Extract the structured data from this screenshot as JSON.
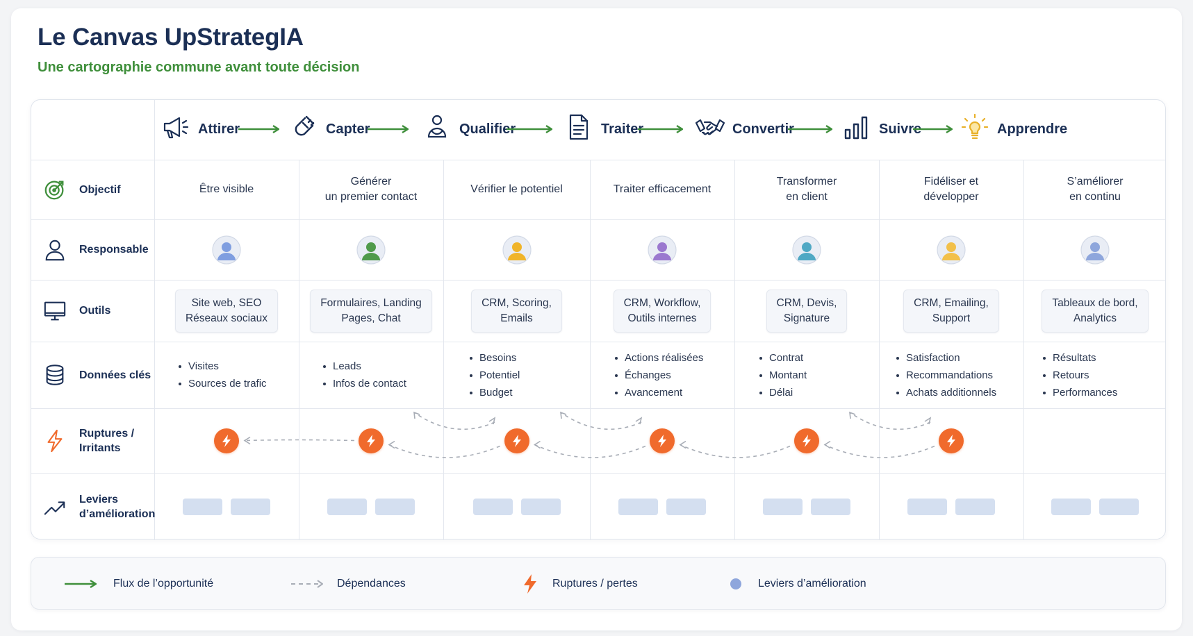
{
  "title": "Le Canvas UpStrategIA",
  "subtitle": "Une cartographie commune avant toute décision",
  "colors": {
    "title": "#1b2f55",
    "subtitle": "#3f8f3b",
    "flow": "#3f8f3b",
    "bolt": "#f06a2c",
    "lever": "#d4dff0",
    "dependency": "#a8adb6"
  },
  "stages": [
    {
      "label": "Attirer",
      "icon": "megaphone-icon"
    },
    {
      "label": "Capter",
      "icon": "magnet-icon"
    },
    {
      "label": "Qualifier",
      "icon": "users-icon"
    },
    {
      "label": "Traiter",
      "icon": "document-icon"
    },
    {
      "label": "Convertir",
      "icon": "handshake-icon"
    },
    {
      "label": "Suivre",
      "icon": "bar-chart-icon"
    },
    {
      "label": "Apprendre",
      "icon": "lightbulb-icon"
    }
  ],
  "rows": {
    "objectif": {
      "label": "Objectif",
      "icon": "target-icon"
    },
    "responsable": {
      "label": "Responsable",
      "icon": "person-icon"
    },
    "outils": {
      "label": "Outils",
      "icon": "monitor-icon"
    },
    "donnees": {
      "label": "Données clés",
      "icon": "database-icon"
    },
    "ruptures": {
      "label": "Ruptures / Irritants",
      "icon": "lightning-icon"
    },
    "leviers": {
      "label": "Leviers d’amélioration",
      "icon": "trend-up-icon"
    }
  },
  "objectifs": [
    "Être visible",
    "Générer\nun premier contact",
    "Vérifier le potentiel",
    "Traiter efficacement",
    "Transformer\nen client",
    "Fidéliser et\ndévelopper",
    "S’améliorer\nen continu"
  ],
  "avatar_colors": [
    "#7f9ee0",
    "#4f9a4a",
    "#f0b429",
    "#9b78cf",
    "#4fa8c4",
    "#f2c04a",
    "#8ea6dc"
  ],
  "outils": [
    "Site web, SEO\nRéseaux sociaux",
    "Formulaires, Landing\nPages, Chat",
    "CRM, Scoring,\nEmails",
    "CRM, Workflow,\nOutils internes",
    "CRM, Devis,\nSignature",
    "CRM, Emailing,\nSupport",
    "Tableaux de bord,\nAnalytics"
  ],
  "donnees": [
    [
      "Visites",
      "Sources de trafic"
    ],
    [
      "Leads",
      "Infos de contact"
    ],
    [
      "Besoins",
      "Potentiel",
      "Budget"
    ],
    [
      "Actions réalisées",
      "Échanges",
      "Avancement"
    ],
    [
      "Contrat",
      "Montant",
      "Délai"
    ],
    [
      "Satisfaction",
      "Recommandations",
      "Achats additionnels"
    ],
    [
      "Résultats",
      "Retours",
      "Performances"
    ]
  ],
  "ruptures_present": [
    true,
    true,
    true,
    true,
    true,
    true,
    false
  ],
  "legend": {
    "flow": "Flux de l’opportunité",
    "dependencies": "Dépendances",
    "ruptures": "Ruptures / pertes",
    "leviers": "Leviers d’amélioration"
  }
}
